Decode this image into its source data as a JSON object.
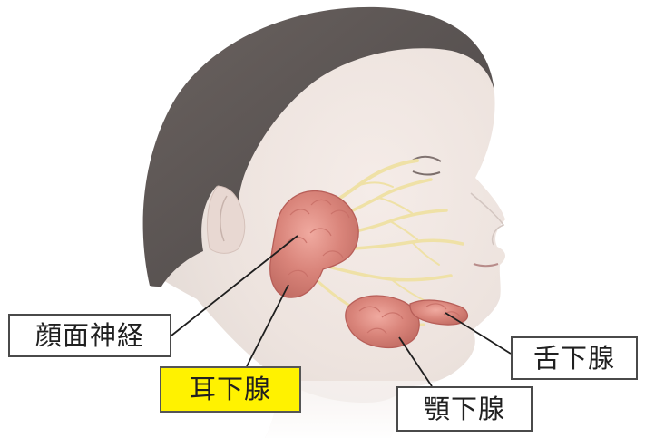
{
  "labels": {
    "facial_nerve": "顔面神経",
    "parotid_gland": "耳下腺",
    "sublingual_gland": "舌下腺",
    "submandibular_gland": "顎下腺"
  },
  "colors": {
    "highlight": "#fff200",
    "gland": "#d9847a",
    "nerve": "#efe1a6",
    "skin": "#ece1dc",
    "hair": "#5b5552"
  }
}
